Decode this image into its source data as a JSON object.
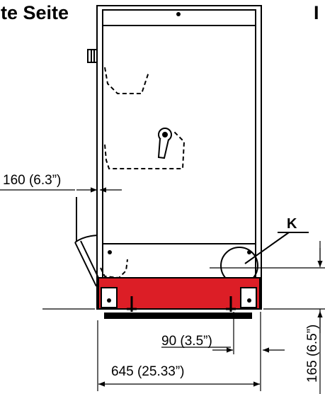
{
  "header": {
    "title_left": "te Seite",
    "title_right": "I"
  },
  "labels": {
    "component_k": "K"
  },
  "dimensions": {
    "left_clearance": "160 (6.3”)",
    "foot_offset": "90 (3.5”)",
    "overall_width": "645 (25.33”)",
    "base_height": "165 (6.5”)"
  },
  "colors": {
    "base_fill": "#dc1e26",
    "line": "#000000"
  }
}
